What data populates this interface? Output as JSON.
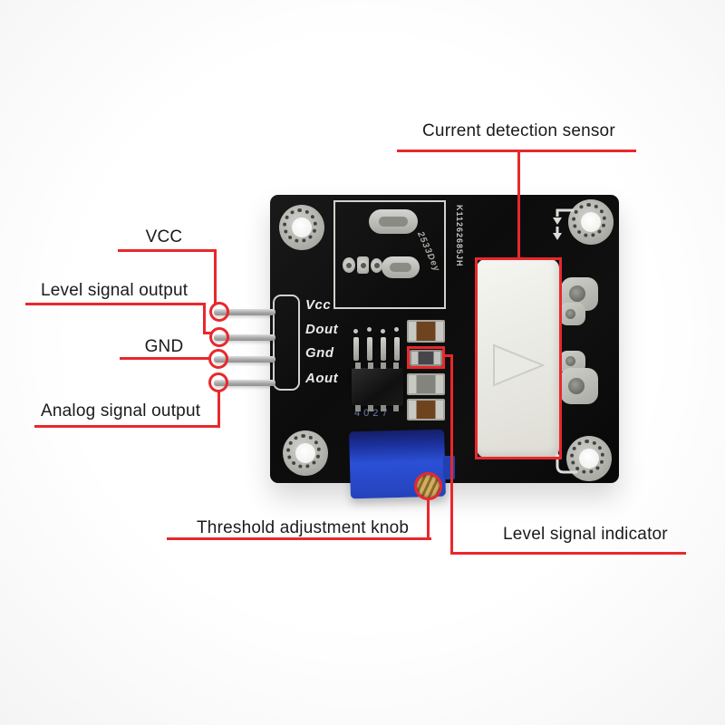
{
  "annotations": {
    "current_sensor": "Current detection sensor",
    "vcc": "VCC",
    "level_signal_output": "Level signal output",
    "gnd": "GND",
    "analog_signal_output": "Analog signal output",
    "threshold_knob": "Threshold adjustment knob",
    "level_indicator": "Level signal indicator"
  },
  "pcb": {
    "pin_labels": [
      "Vcc",
      "Dout",
      "Gnd",
      "Aout"
    ],
    "serial_number": "K11262685JH",
    "date_code": "2533Dey",
    "ic_marking": "4027"
  },
  "colors": {
    "annotation_red": "#e8282c",
    "board_black": "#0e0e0e",
    "potentiometer_blue": "#2b50d6",
    "screw_gold": "#c9a45a",
    "sensor_white": "#eeeeea",
    "background": "#ffffff"
  }
}
